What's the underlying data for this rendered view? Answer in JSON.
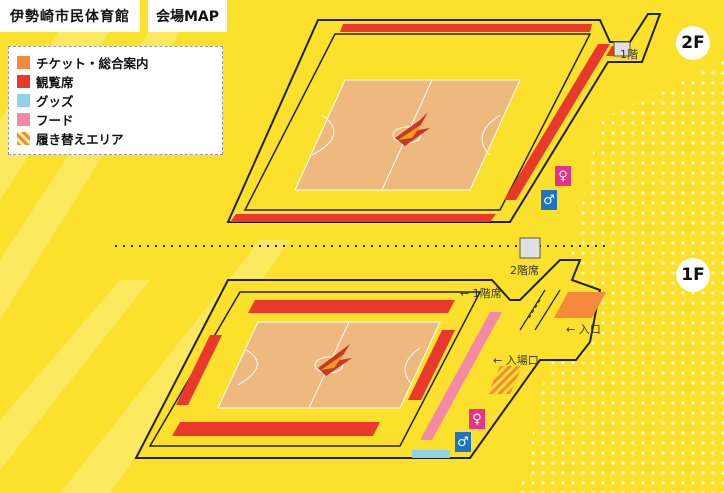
{
  "header": {
    "venue_name": "伊勢崎市民体育館",
    "map_title": "会場MAP"
  },
  "legend": {
    "items": [
      {
        "label": "チケット・総合案内",
        "color": "#f58a3c",
        "pattern": "solid"
      },
      {
        "label": "観覧席",
        "color": "#e8392c",
        "pattern": "solid"
      },
      {
        "label": "グッズ",
        "color": "#8fd3e8",
        "pattern": "solid"
      },
      {
        "label": "フード",
        "color": "#f28aa6",
        "pattern": "solid"
      },
      {
        "label": "履き替えエリア",
        "color": "#f58a3c",
        "pattern": "striped"
      }
    ]
  },
  "floors": {
    "upper": {
      "label": "2F",
      "stairs_label": "1階"
    },
    "lower": {
      "label": "1F",
      "stairs_label": "2階席",
      "seats_label": "← 1階席",
      "entrance_label": "← 入口",
      "venue_entrance_label": "← 入場口"
    }
  },
  "colors": {
    "background": "#fbe12c",
    "court": "#eeb97f",
    "seat_red": "#e8392c",
    "restroom_female": "#e6338a",
    "restroom_male": "#1f73c7",
    "outline": "#222222"
  },
  "icons": {
    "restroom_female": "female-restroom-icon",
    "restroom_male": "male-restroom-icon",
    "team_logo": "team-logo-icon"
  }
}
